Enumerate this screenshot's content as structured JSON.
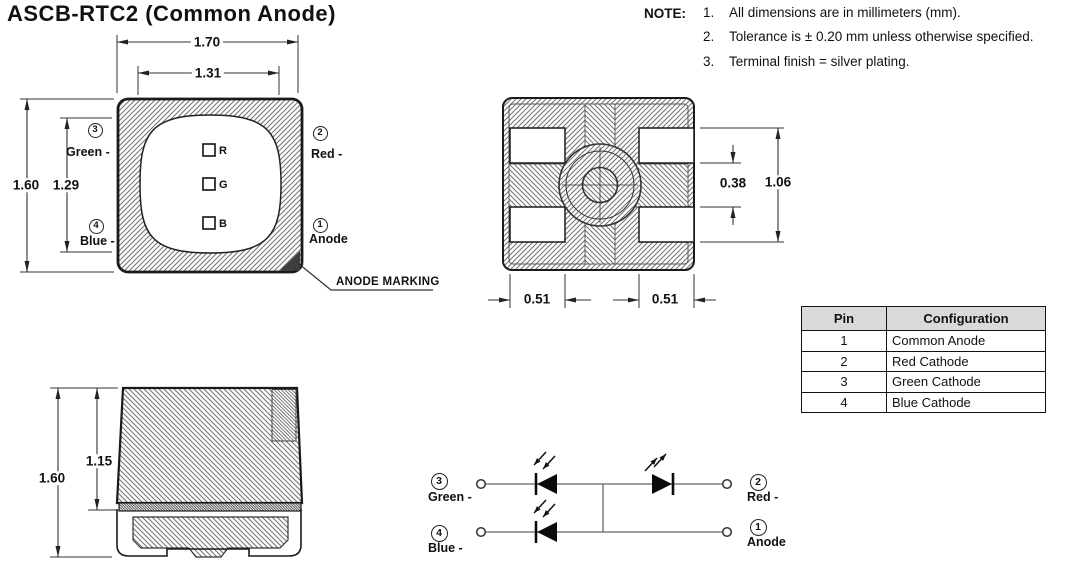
{
  "title": "ASCB-RTC2 (Common Anode)",
  "colors": {
    "line": "#1a1a1a",
    "hatch": "#707070",
    "table_header_bg": "#d9d9d9"
  },
  "notes": {
    "heading": "NOTE:",
    "items": [
      {
        "num": "1.",
        "text": "All dimensions are in millimeters (mm)."
      },
      {
        "num": "2.",
        "text": "Tolerance is ± 0.20 mm unless otherwise specified."
      },
      {
        "num": "3.",
        "text": "Terminal finish = silver plating."
      }
    ]
  },
  "top_view": {
    "dims": {
      "outer_width": "1.70",
      "lens_width": "1.31",
      "outer_height": "1.60",
      "lens_height": "1.29"
    },
    "chips": {
      "r": "R",
      "g": "G",
      "b": "B"
    },
    "pins": [
      {
        "num": "3",
        "label": "Green -"
      },
      {
        "num": "4",
        "label": "Blue -"
      },
      {
        "num": "2",
        "label": "Red -"
      },
      {
        "num": "1",
        "label": "Anode"
      }
    ],
    "anode_marking_label": "ANODE MARKING"
  },
  "bottom_view": {
    "dims": {
      "pad_gap": "0.38",
      "pad_span": "1.06",
      "pad_width_left": "0.51",
      "pad_width_right": "0.51"
    }
  },
  "side_view": {
    "dims": {
      "total_height": "1.60",
      "body_height": "1.15"
    }
  },
  "pin_table": {
    "headers": [
      "Pin",
      "Configuration"
    ],
    "rows": [
      {
        "pin": "1",
        "config": "Common Anode"
      },
      {
        "pin": "2",
        "config": "Red Cathode"
      },
      {
        "pin": "3",
        "config": "Green Cathode"
      },
      {
        "pin": "4",
        "config": "Blue Cathode"
      }
    ]
  },
  "schematic": {
    "pins": [
      {
        "num": "3",
        "label": "Green -"
      },
      {
        "num": "4",
        "label": "Blue -"
      },
      {
        "num": "2",
        "label": "Red -"
      },
      {
        "num": "1",
        "label": "Anode"
      }
    ]
  }
}
